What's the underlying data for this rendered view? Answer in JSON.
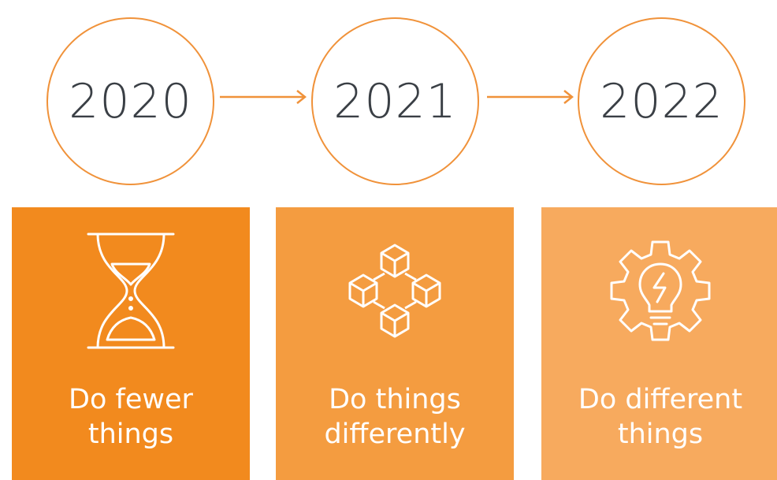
{
  "timeline": [
    {
      "year": "2020",
      "label_line1": "Do fewer",
      "label_line2": "things",
      "icon": "hourglass-icon",
      "color": "#f28a1e"
    },
    {
      "year": "2021",
      "label_line1": "Do things",
      "label_line2": "differently",
      "icon": "blocks-icon",
      "color": "#f49c40"
    },
    {
      "year": "2022",
      "label_line1": "Do different",
      "label_line2": "things",
      "icon": "gear-lightbulb-icon",
      "color": "#f7aa5e"
    }
  ],
  "colors": {
    "accent": "#f0923a",
    "text": "#3a3f45"
  }
}
